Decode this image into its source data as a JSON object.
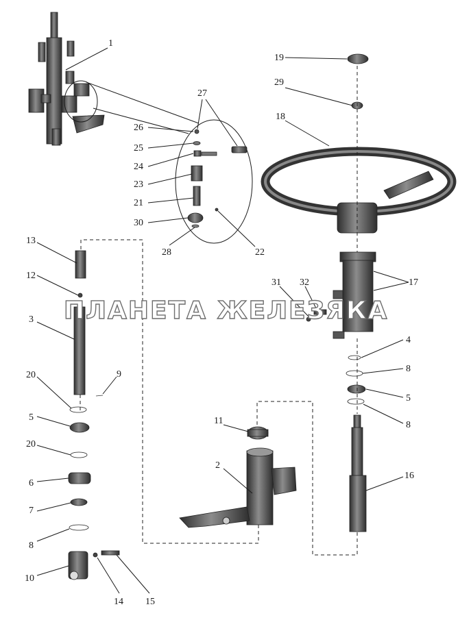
{
  "watermark": "ПЛАНЕТА ЖЕЛЕЗЯКА",
  "part_labels": {
    "p1": "1",
    "p2": "2",
    "p3": "3",
    "p4": "4",
    "p5a": "5",
    "p5b": "5",
    "p6": "6",
    "p7": "7",
    "p8a": "8",
    "p8b": "8",
    "p8c": "8",
    "p9": "9",
    "p10": "10",
    "p11": "11",
    "p12": "12",
    "p13": "13",
    "p14": "14",
    "p15": "15",
    "p16": "16",
    "p17": "17",
    "p18": "18",
    "p19": "19",
    "p20a": "20",
    "p20b": "20",
    "p21": "21",
    "p22": "22",
    "p23": "23",
    "p24": "24",
    "p25": "25",
    "p26": "26",
    "p27": "27",
    "p28": "28",
    "p29": "29",
    "p30": "30",
    "p31": "31",
    "p32": "32"
  },
  "colors": {
    "ink": "#1a1a1a",
    "part_dark": "#3a3a3a",
    "part_mid": "#777777",
    "part_light": "#b5b5b5"
  }
}
